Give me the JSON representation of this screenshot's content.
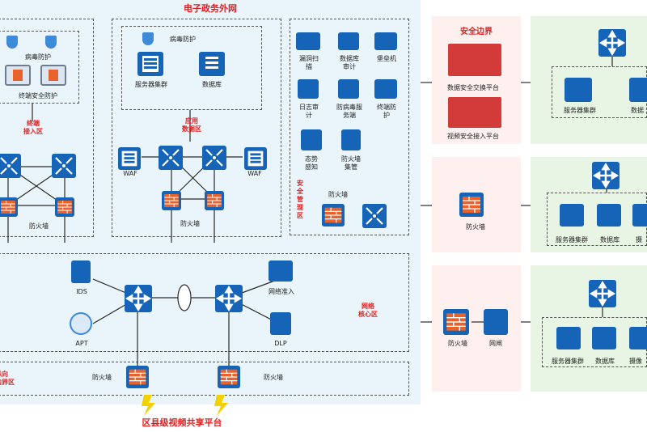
{
  "colors": {
    "outer_bg": "#eaf4fb",
    "red_bg": "#fdf0ee",
    "green_bg": "#e9f5e4",
    "icon_blue": "#1664b8",
    "firewall_orange": "#e8622c",
    "title_red": "#e02020"
  },
  "main_title": "电子政务外网",
  "bottom_title": "区县级视频共享平台",
  "terminal_zone": {
    "title": "终端\n接入区",
    "antivirus": "病毒防护",
    "endpoint_security": "终端安全防护",
    "firewall": "防火墙"
  },
  "app_zone": {
    "title": "应用\n数据区",
    "antivirus": "病毒防护",
    "server_cluster": "服务器集群",
    "database": "数据库",
    "waf_left": "WAF",
    "waf_right": "WAF",
    "firewall": "防火墙"
  },
  "security_mgmt": {
    "title": "安\n全\n管\n理\n区",
    "items": [
      "漏洞扫\n描",
      "数据库\n审计",
      "堡垒机",
      "日志审\n计",
      "防病毒服\n务端",
      "终端防\n护",
      "态势\n感知",
      "防火墙\n集管"
    ],
    "firewall": "防火墙"
  },
  "core_zone": {
    "title": "网络\n核心区",
    "ids": "IDS",
    "apt": "APT",
    "access": "网络准入",
    "dlp": "DLP"
  },
  "vertical_zone": {
    "title": "纵向\n边界区",
    "firewall_left": "防火墙",
    "firewall_right": "防火墙"
  },
  "security_border": {
    "title": "安全边界",
    "data_exchange": "数据安全交换平台",
    "video_access": "视频安全接入平台"
  },
  "middle_right": {
    "firewall": "防火墙"
  },
  "bottom_right": {
    "firewall": "防火墙",
    "gateway": "网闸"
  },
  "green_top": {
    "server_cluster": "服务器集群",
    "database": "数据"
  },
  "green_mid": {
    "server_cluster": "服务器集群",
    "database": "数据库",
    "extra": "摄"
  },
  "green_bottom": {
    "server_cluster": "服务器集群",
    "database": "数据库",
    "extra": "摄像"
  }
}
